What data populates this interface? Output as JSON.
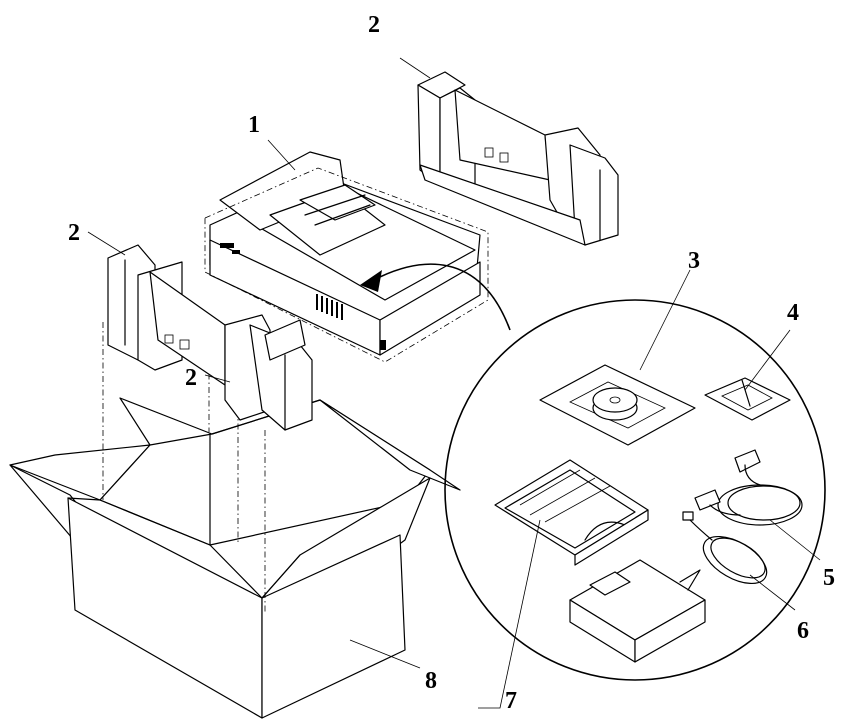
{
  "callouts": [
    {
      "id": "1",
      "label": "1"
    },
    {
      "id": "2a",
      "label": "2"
    },
    {
      "id": "2b",
      "label": "2"
    },
    {
      "id": "2c",
      "label": "2"
    },
    {
      "id": "3",
      "label": "3"
    },
    {
      "id": "4",
      "label": "4"
    },
    {
      "id": "5",
      "label": "5"
    },
    {
      "id": "6",
      "label": "6"
    },
    {
      "id": "7",
      "label": "7"
    },
    {
      "id": "8",
      "label": "8"
    }
  ]
}
